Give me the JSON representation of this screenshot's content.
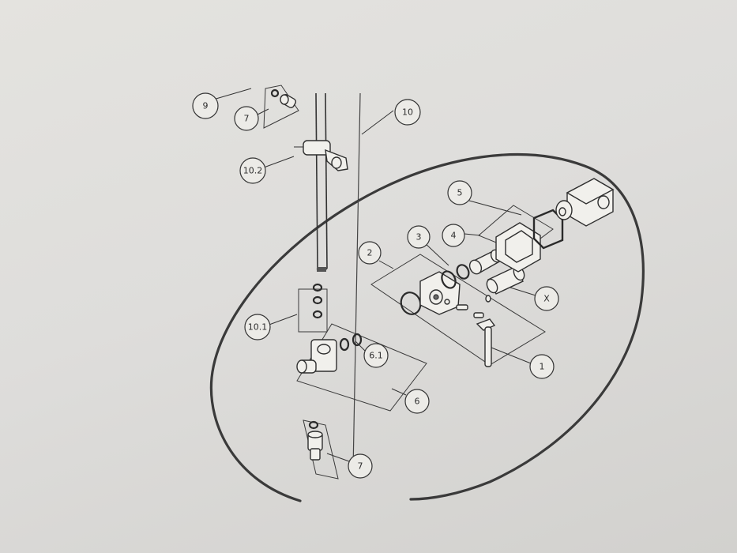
{
  "diagram": {
    "callouts": [
      {
        "id": "c9",
        "label": "9"
      },
      {
        "id": "c7a",
        "label": "7"
      },
      {
        "id": "c10",
        "label": "10"
      },
      {
        "id": "c10_2",
        "label": "10.2"
      },
      {
        "id": "c5",
        "label": "5"
      },
      {
        "id": "c4",
        "label": "4"
      },
      {
        "id": "c3",
        "label": "3"
      },
      {
        "id": "c2",
        "label": "2"
      },
      {
        "id": "cX",
        "label": "X"
      },
      {
        "id": "c10_1",
        "label": "10.1"
      },
      {
        "id": "c6_1",
        "label": "6.1"
      },
      {
        "id": "c1",
        "label": "1"
      },
      {
        "id": "c6",
        "label": "6"
      },
      {
        "id": "c7b",
        "label": "7"
      }
    ]
  },
  "colors": {
    "paper": "#dedddb",
    "ink": "#2f2f2f"
  }
}
